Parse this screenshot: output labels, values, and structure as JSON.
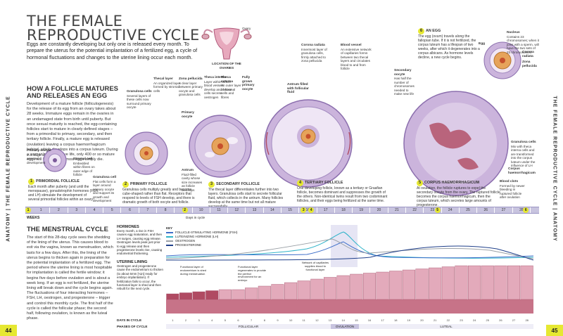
{
  "header": {
    "title_line1": "THE FEMALE",
    "title_line2": "REPRODUCTIVE CYCLE",
    "intro": "Eggs are constantly developing but only one is released every month. To prepare the uterus for the potential implantation of a fertilized egg, a cycle of hormonal fluctuations and changes to the uterine lining occur each month."
  },
  "sidebar": {
    "left_text": "ANATOMY | THE FEMALE REPRODUCTIVE CYCLE",
    "right_text": "THE FEMALE REPRODUCTIVE CYCLE | ANATOMY",
    "left_page": "44",
    "right_page": "45"
  },
  "colors": {
    "accent": "#e6e832",
    "lavender": "#c8c4df",
    "follicle": "#cbb4dc",
    "dark_purple": "#6b4a8a",
    "lining": "#b04a62"
  },
  "follicle_section": {
    "heading_line1": "HOW A FOLLICLE MATURES",
    "heading_line2": "AND RELEASES AN EGG",
    "body": "Development of a mature follicle (folliculogenesis) for the release of its egg from an ovary takes about 28 weeks. Immature eggs remain in the ovaries in an undamaged state from birth until puberty. But once sexual maturity is reached, the egg-containing follicles start to mature in clearly defined stages – from a primordial to primary, secondary, and then tertiary follicle. Finally, a mature egg is released (ovulation) leaving a corpus haemorrhagicum behind, which develops into a corpus luteum. During a woman's reproductive life, only 400 or so mature eggs will be released; most eggs simply die."
  },
  "ovaries_inset": {
    "label": "LOCATION OF THE OVARIES",
    "ovary_label": "Ovary"
  },
  "labels": {
    "theca_layer": {
      "title": "Thecal layer",
      "text": "An organized layer formed by stromal cells"
    },
    "zona_pellucida": {
      "title": "Zona pellucida",
      "text": "A clear layer between primary oocyte and granulosa cells"
    },
    "granulosa": {
      "title": "Granulosa cells",
      "text": "Several layers of these cells now surround primary oocyte"
    },
    "primary_oocyte": {
      "title": "Primary oocyte",
      "text": ""
    },
    "theca_interna": {
      "title": "Theca interna",
      "text": "Layer within which blood vessels develop and whose cells secrete oestrogen"
    },
    "theca_externa": {
      "title": "Theca externa",
      "text": "An outer layer of stromal cells and fibres"
    },
    "fully_grown": {
      "title": "Fully grown primary oocyte",
      "text": ""
    },
    "antrum": {
      "title": "Antrum",
      "text": "Fluid-filled cavity whose size increases as follicle develops"
    },
    "corona": {
      "title": "Corona radiata",
      "text": "Innermost layer of granulosa cells, firmly attached to zona pellucida"
    },
    "blood_vessel": {
      "title": "Blood vessel",
      "text": "An extensive network of capillaries forms between two thecal layers and circulates blood to and from follicle"
    },
    "antrum_filled": {
      "title": "Antrum filled with follicular fluid",
      "text": ""
    },
    "secondary_oocyte": {
      "title": "Secondary oocyte",
      "text": "Has half the number of chromosomes needed to make new life"
    },
    "primary_oocyte_small": {
      "title": "Primary oocyte",
      "text": "In a stage of arrested development"
    },
    "stromal": {
      "title": "Stromal cell",
      "text": "Embedded within fibres on outer edge of follicle"
    },
    "granulosa_small": {
      "title": "Granulosa cell",
      "text": "Flat cells form a layer around primary oocyte and support its growth and development"
    },
    "egg": {
      "title": "Egg",
      "text": ""
    },
    "nucleus": {
      "title": "Nucleus",
      "text": "Contains 23 chromosomes; when it joins with a sperm, will have the two sets of 23 chromosomes"
    },
    "corona2": {
      "title": "Corona radiata",
      "text": ""
    },
    "zona2": {
      "title": "Zona pellucida",
      "text": ""
    },
    "granulosa_luteum": {
      "title": "Granulosa cells",
      "text": "Mix with theca interna cells and are transformed into the corpus luteum under the influence of LH"
    },
    "corpus_haem": {
      "title": "Corpus haemorrhagicum",
      "text": ""
    },
    "blood_clots": {
      "title": "Blood clots",
      "text": "Formed by newer bleeding in ruptured follicle after ovulation"
    }
  },
  "stages": [
    {
      "num": "1",
      "title": "PRIMORDIAL FOLLICLE",
      "text": "Each month after puberty (and until the menopause), gonadotrophin hormones (FSH and LH) stimulate the development of several primordial follicles within an ovary."
    },
    {
      "num": "2",
      "title": "PRIMARY FOLLICLE",
      "text": "Granulosa cells multiply greatly and become cube-shaped rather than flat. Receptors that respond to levels of FSH develop, and there is dramatic growth of both oocyte and follicle."
    },
    {
      "num": "3",
      "title": "SECONDARY FOLLICLE",
      "text": "The thecal layer differentiates further into two layers. Granulosa cells start to secrete follicular fluid, which collects in the antrum. Many follicles develop at the same time but not all mature successfully."
    },
    {
      "num": "4",
      "title": "TERTIARY FOLLICLE",
      "text": "One developing follicle, known as a tertiary or Graafian follicle, becomes dominant and suppresses the growth of the others. Non-identical twins result from two codominant follicles, and their eggs being fertilized at the same time."
    },
    {
      "num": "5",
      "title": "CORPUS HAEMORRHAGICUM",
      "text": "At ovulation, the follicle ruptures to expel the secondary oocyte from the ovary. The ruptured follicle becomes the corpus haemorrhagicum, then the corpus luteum, which secretes large amounts of progesterone."
    },
    {
      "num": "6",
      "title": "AN EGG",
      "text": "The egg (ovum) travels along the fallopian tube. If it is not fertilized, the corpus luteum has a lifespan of two weeks, after which it degenerates into a corpus albicans. As hormone levels decline, a new cycle begins."
    }
  ],
  "weeks_bar": {
    "label": "WEEKS",
    "days_label": "Days in cycle",
    "cells": [
      "1",
      "2",
      "3",
      "4",
      "5",
      "6",
      "7",
      "8",
      "9",
      "10",
      "11",
      "12",
      "13",
      "14",
      "15",
      "16",
      "17",
      "18",
      "19",
      "20",
      "21",
      "22",
      "23",
      "24",
      "25",
      "26",
      "27",
      "28"
    ],
    "markers": [
      "1",
      "2",
      "3",
      "4",
      "5",
      "6"
    ]
  },
  "menstrual": {
    "heading": "THE MENSTRUAL CYCLE",
    "body": "The start of this 28-day cycle sees the shedding of the lining of the uterus. This causes blood to exit via the vagina, known as menstruation, which lasts for a few days. After this, the lining of the uterus begins to thicken again in preparation for the potential implantation of a fertilized egg. The period where the uterine lining is most hospitable for implantation is called the fertile window; it begins five days before ovulation and is about a week long. If an egg is not fertilized, the uterine lining will break down and the cycle begins again. The fluctuations of four interacting hormones – FSH, LH, oestrogen, and progesterone – trigger and control this monthly cycle. The first half of the cycle is called the follicular phase; the second half, following ovulation, is known as the luteal phase."
  },
  "hormones": {
    "heading": "HORMONES",
    "text": "Every month, a rise in FSH causes egg maturation, and then LH surges, causing egg release. Oestrogen levels peak just prior to egg release and then progesterone levels rise, causing endometrial thickening.",
    "key_label": "KEY",
    "key": [
      {
        "name": "FOLLICLE-STIMULATING HORMONE (FSH)",
        "color": "#3d6ec9"
      },
      {
        "name": "LUTEINIZING HORMONE (LH)",
        "color": "#2fb3c9"
      },
      {
        "name": "OESTROGEN",
        "color": "#9aa0a6"
      },
      {
        "name": "PROGESTERONE",
        "color": "#1f3f8a"
      }
    ]
  },
  "uterine": {
    "heading": "UTERINE LINING",
    "text": "Oestrogen and progesterone cause the endometrium to thicken (to about 6mm [¼in] ready for embryo implantation). If fertilization fails to occur, the functional layer is shed and then rebuilt for the next cycle.",
    "ann1": "Functional layer of endometrium is shed during menstruation",
    "ann2": "Functional layer regenerates to provide the perfect environment for an embryo",
    "ann3": "Network of capillaries supplies blood to functional layer"
  },
  "bottom": {
    "days_label": "DAYS IN CYCLE",
    "phases_label": "PHASES OF CYCLE",
    "days": [
      "1",
      "2",
      "3",
      "4",
      "5",
      "6",
      "7",
      "8",
      "9",
      "10",
      "11",
      "12",
      "13",
      "14",
      "15",
      "16",
      "17",
      "18",
      "19",
      "20",
      "21",
      "22",
      "23",
      "24",
      "25",
      "26",
      "27",
      "28"
    ],
    "phases": [
      {
        "name": "FOLLICULAR"
      },
      {
        "name": "OVULATION"
      },
      {
        "name": "LUTEAL"
      }
    ]
  }
}
